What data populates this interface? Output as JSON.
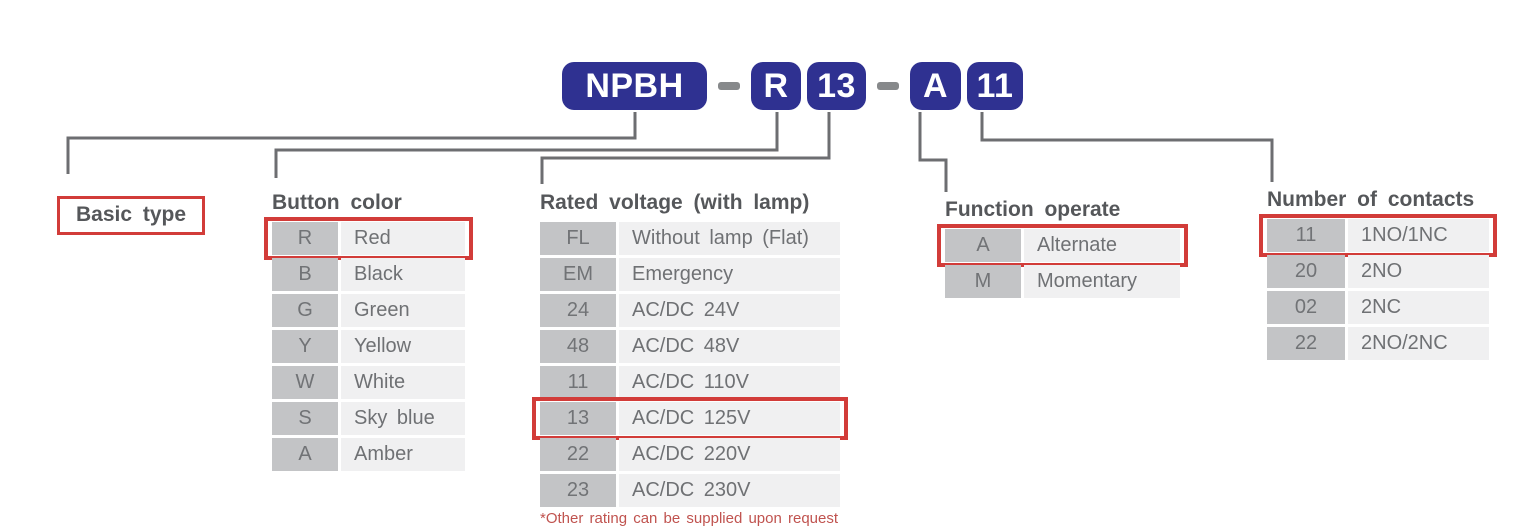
{
  "product_code": {
    "segments": [
      {
        "kind": "badge",
        "text": "NPBH"
      },
      {
        "kind": "dash",
        "text": "-"
      },
      {
        "kind": "badge",
        "text": "R"
      },
      {
        "kind": "badge",
        "text": "13"
      },
      {
        "kind": "dash",
        "text": "-"
      },
      {
        "kind": "badge",
        "text": "A"
      },
      {
        "kind": "badge",
        "text": "11"
      }
    ]
  },
  "groups": [
    {
      "id": "basic-type",
      "title": "Basic type",
      "boxed_title": true,
      "rows": []
    },
    {
      "id": "button-color",
      "title": "Button color",
      "rows": [
        {
          "code": "R",
          "label": "Red",
          "highlighted": true
        },
        {
          "code": "B",
          "label": "Black"
        },
        {
          "code": "G",
          "label": "Green"
        },
        {
          "code": "Y",
          "label": "Yellow"
        },
        {
          "code": "W",
          "label": "White"
        },
        {
          "code": "S",
          "label": "Sky blue"
        },
        {
          "code": "A",
          "label": "Amber"
        }
      ]
    },
    {
      "id": "rated-voltage",
      "title": "Rated voltage (with lamp)",
      "footnote": "*Other rating can be supplied upon request",
      "rows": [
        {
          "code": "FL",
          "label": "Without lamp (Flat)"
        },
        {
          "code": "EM",
          "label": "Emergency"
        },
        {
          "code": "24",
          "label": "AC/DC 24V"
        },
        {
          "code": "48",
          "label": "AC/DC 48V"
        },
        {
          "code": "11",
          "label": "AC/DC 110V"
        },
        {
          "code": "13",
          "label": "AC/DC 125V",
          "highlighted": true
        },
        {
          "code": "22",
          "label": "AC/DC 220V"
        },
        {
          "code": "23",
          "label": "AC/DC 230V"
        }
      ]
    },
    {
      "id": "function-operate",
      "title": "Function operate",
      "rows": [
        {
          "code": "A",
          "label": "Alternate",
          "highlighted": true
        },
        {
          "code": "M",
          "label": "Momentary"
        }
      ]
    },
    {
      "id": "number-of-contacts",
      "title": "Number of contacts",
      "rows": [
        {
          "code": "11",
          "label": "1NO/1NC",
          "highlighted": true
        },
        {
          "code": "20",
          "label": "2NO"
        },
        {
          "code": "02",
          "label": "2NC"
        },
        {
          "code": "22",
          "label": "2NO/2NC"
        }
      ]
    }
  ],
  "colors": {
    "badge_blue": "#2f3191",
    "dash_gray": "#87898b",
    "connector_gray": "#6d6e71",
    "highlight_red": "#d23c39",
    "code_cell_bg": "#c3c4c6",
    "value_cell_bg": "#f0f0f1",
    "header_text": "#55575a",
    "row_text": "#6f7174",
    "footnote_red": "#c0534f"
  }
}
